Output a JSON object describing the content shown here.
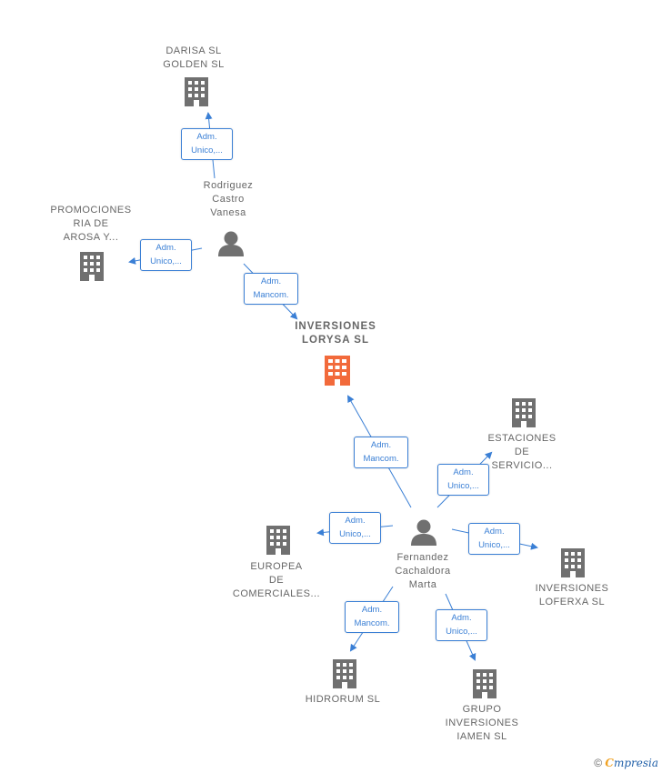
{
  "colors": {
    "edge": "#3a7fd5",
    "building": "#707070",
    "focus": "#f26a3b",
    "person": "#707070"
  },
  "nodes": {
    "darisa": "DARISA  SL\nGOLDEN  SL",
    "rodriguez": "Rodriguez\nCastro\nVanesa",
    "promociones": "PROMOCIONES\nRIA DE\nAROSA Y...",
    "lorysa": "INVERSIONES\nLORYSA  SL",
    "estaciones": "ESTACIONES\nDE\nSERVICIO...",
    "fernandez": "Fernandez\nCachaldora\nMarta",
    "europea": "EUROPEA\nDE\nCOMERCIALES...",
    "loferxa": "INVERSIONES\nLOFERXA  SL",
    "hidrorum": "HIDRORUM  SL",
    "grupo": "GRUPO\nINVERSIONES\nIAMEN  SL"
  },
  "relations": {
    "r_darisa": "Adm.\nUnico,...",
    "r_promociones": "Adm.\nUnico,...",
    "r_lorysa_top": "Adm.\nMancom.",
    "r_lorysa_bottom": "Adm.\nMancom.",
    "r_estaciones": "Adm.\nUnico,...",
    "r_europea": "Adm.\nUnico,...",
    "r_loferxa": "Adm.\nUnico,...",
    "r_hidrorum": "Adm.\nMancom.",
    "r_grupo": "Adm.\nUnico,..."
  },
  "footer": {
    "copyright": "©",
    "brand_first": "C",
    "brand_rest": "mpresia"
  }
}
